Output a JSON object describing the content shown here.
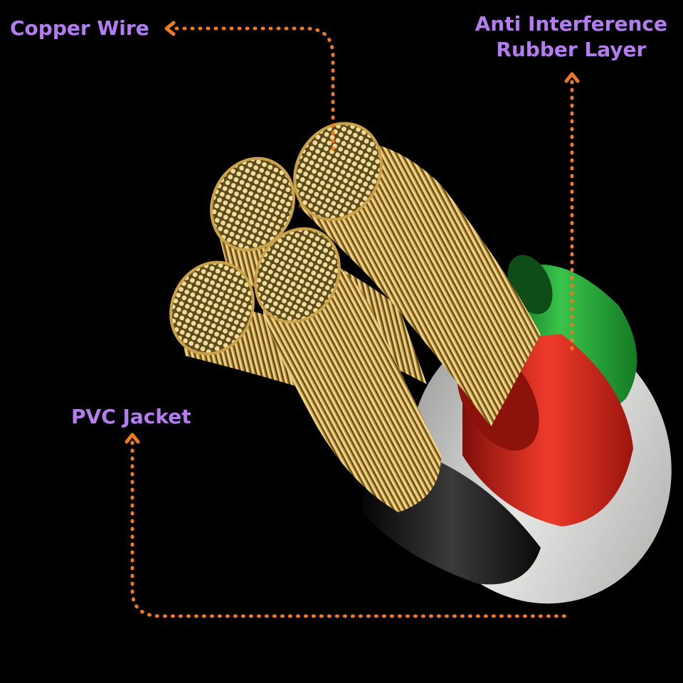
{
  "labels": {
    "copper_wire": "Copper Wire",
    "rubber_line1": "Anti Interference",
    "rubber_line2": "Rubber Layer",
    "pvc_jacket": "PVC Jacket"
  },
  "colors": {
    "label_text": "#b57cf2",
    "arrow": "#ec7a22",
    "background": "#000000",
    "copper": "#c9a24a",
    "insulation_green": "#2fa83a",
    "insulation_red": "#d9271c",
    "insulation_black": "#1a1a1a",
    "pvc_outer": "#d8d8d6"
  },
  "icons": {
    "arrow_head": "chevron-arrow-icon"
  }
}
